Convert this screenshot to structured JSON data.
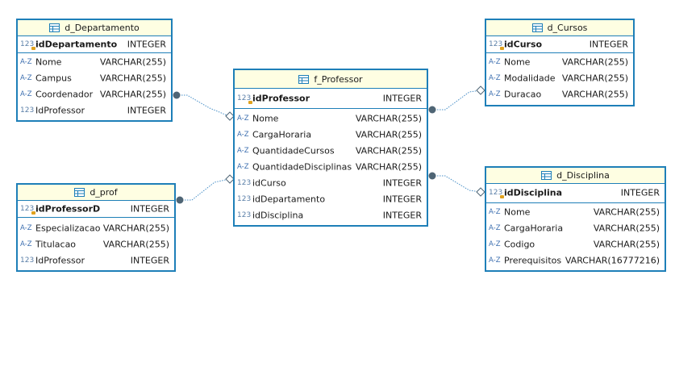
{
  "entities": {
    "d_departamento": {
      "title": "d_Departamento",
      "pk": {
        "icon": "123",
        "name": "idDepartamento",
        "type": "INTEGER"
      },
      "columns": [
        {
          "icon": "A-Z",
          "name": "Nome",
          "type": "VARCHAR(255)"
        },
        {
          "icon": "A-Z",
          "name": "Campus",
          "type": "VARCHAR(255)"
        },
        {
          "icon": "A-Z",
          "name": "Coordenador",
          "type": "VARCHAR(255)"
        },
        {
          "icon": "123",
          "name": "IdProfessor",
          "type": "INTEGER"
        }
      ]
    },
    "d_prof": {
      "title": "d_prof",
      "pk": {
        "icon": "123",
        "name": "idProfessorD",
        "type": "INTEGER"
      },
      "columns": [
        {
          "icon": "A-Z",
          "name": "Especializacao",
          "type": "VARCHAR(255)"
        },
        {
          "icon": "A-Z",
          "name": "Titulacao",
          "type": "VARCHAR(255)"
        },
        {
          "icon": "123",
          "name": "IdProfessor",
          "type": "INTEGER"
        }
      ]
    },
    "f_professor": {
      "title": "f_Professor",
      "pk": {
        "icon": "123",
        "name": "idProfessor",
        "type": "INTEGER"
      },
      "columns": [
        {
          "icon": "A-Z",
          "name": "Nome",
          "type": "VARCHAR(255)"
        },
        {
          "icon": "A-Z",
          "name": "CargaHoraria",
          "type": "VARCHAR(255)"
        },
        {
          "icon": "A-Z",
          "name": "QuantidadeCursos",
          "type": "VARCHAR(255)"
        },
        {
          "icon": "A-Z",
          "name": "QuantidadeDisciplinas",
          "type": "VARCHAR(255)"
        },
        {
          "icon": "123",
          "name": "idCurso",
          "type": "INTEGER"
        },
        {
          "icon": "123",
          "name": "idDepartamento",
          "type": "INTEGER"
        },
        {
          "icon": "123",
          "name": "idDisciplina",
          "type": "INTEGER"
        }
      ]
    },
    "d_cursos": {
      "title": "d_Cursos",
      "pk": {
        "icon": "123",
        "name": "idCurso",
        "type": "INTEGER"
      },
      "columns": [
        {
          "icon": "A-Z",
          "name": "Nome",
          "type": "VARCHAR(255)"
        },
        {
          "icon": "A-Z",
          "name": "Modalidade",
          "type": "VARCHAR(255)"
        },
        {
          "icon": "A-Z",
          "name": "Duracao",
          "type": "VARCHAR(255)"
        }
      ]
    },
    "d_disciplina": {
      "title": "d_Disciplina",
      "pk": {
        "icon": "123",
        "name": "idDisciplina",
        "type": "INTEGER"
      },
      "columns": [
        {
          "icon": "A-Z",
          "name": "Nome",
          "type": "VARCHAR(255)"
        },
        {
          "icon": "A-Z",
          "name": "CargaHoraria",
          "type": "VARCHAR(255)"
        },
        {
          "icon": "A-Z",
          "name": "Codigo",
          "type": "VARCHAR(255)"
        },
        {
          "icon": "A-Z",
          "name": "Prerequisitos",
          "type": "VARCHAR(16777216)"
        }
      ]
    }
  },
  "relationships": [
    {
      "from": "d_Departamento",
      "to": "f_Professor"
    },
    {
      "from": "d_prof",
      "to": "f_Professor"
    },
    {
      "from": "f_Professor",
      "to": "d_Cursos"
    },
    {
      "from": "f_Professor",
      "to": "d_Disciplina"
    }
  ],
  "colors": {
    "border": "#1e7fb8",
    "header_bg": "#fefee2",
    "connector": "#4a90c8",
    "endpoint_fill": "#4f6575",
    "key_icon": "#e0a21e"
  }
}
